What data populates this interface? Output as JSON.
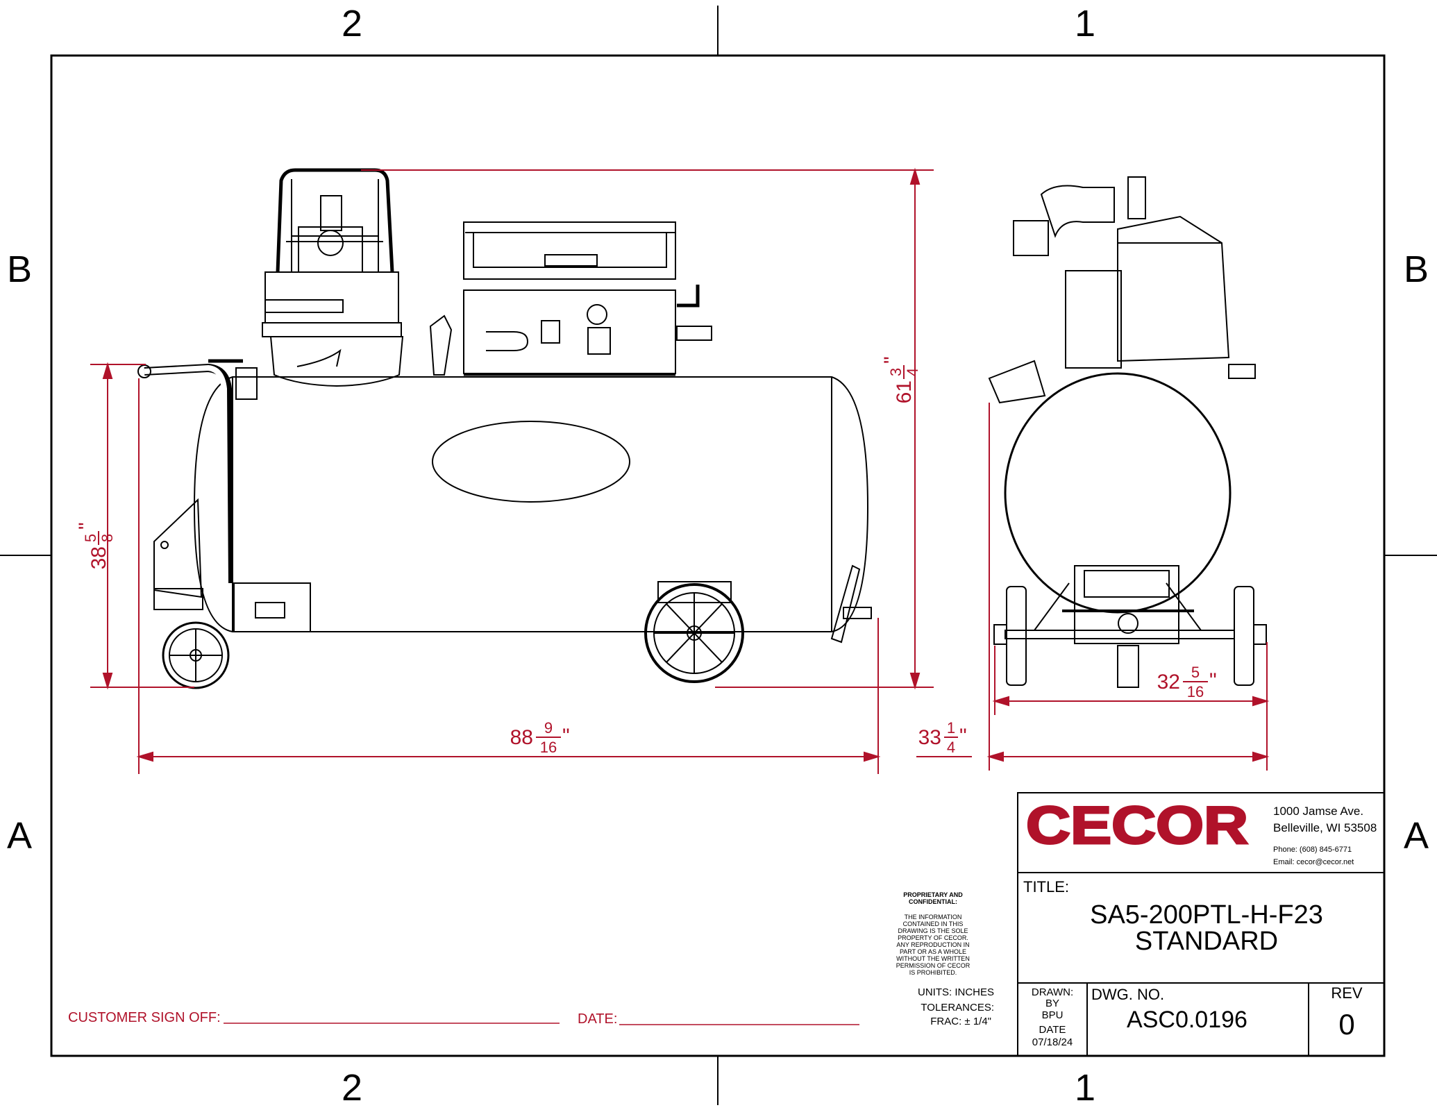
{
  "zones": {
    "top": [
      "2",
      "1"
    ],
    "bottom": [
      "2",
      "1"
    ],
    "left": [
      "B",
      "A"
    ],
    "right": [
      "B",
      "A"
    ]
  },
  "dimensions": {
    "height_side": {
      "whole": "38",
      "num": "5",
      "den": "8",
      "unit": "\""
    },
    "height_total": {
      "whole": "61",
      "num": "3",
      "den": "4",
      "unit": "\""
    },
    "length_total": {
      "whole": "88",
      "num": "9",
      "den": "16",
      "unit": "\""
    },
    "width_overall": {
      "whole": "33",
      "num": "1",
      "den": "4",
      "unit": "\""
    },
    "width_wheels": {
      "whole": "32",
      "num": "5",
      "den": "16",
      "unit": "\""
    }
  },
  "company": {
    "logo_text": "CECOR",
    "address_1": "1000 Jamse Ave.",
    "address_2": "Belleville, WI  53508",
    "phone": "Phone: (608) 845-6771",
    "email": "Email: cecor@cecor.net"
  },
  "title_block": {
    "title_label": "TITLE:",
    "title_line_1": "SA5-200PTL-H-F23",
    "title_line_2": "STANDARD",
    "drawn_label": "DRAWN:",
    "by_label": "BY",
    "drawn_by": "BPU",
    "date_label": "DATE",
    "date": "07/18/24",
    "dwg_no_label": "DWG. NO.",
    "dwg_no": "ASC0.0196",
    "rev_label": "REV",
    "rev": "0"
  },
  "notes": {
    "proprietary_heading_1": "PROPRIETARY AND",
    "proprietary_heading_2": "CONFIDENTIAL:",
    "proprietary_lines": [
      "THE INFORMATION",
      "CONTAINED IN THIS",
      "DRAWING IS THE SOLE",
      "PROPERTY OF CECOR.",
      "ANY REPRODUCTION IN",
      "PART OR AS A WHOLE",
      "WITHOUT THE WRITTEN",
      "PERMISSION OF CECOR",
      "IS PROHIBITED."
    ],
    "units": "UNITS: INCHES",
    "tolerances": "TOLERANCES:",
    "frac": "FRAC: ± 1/4\""
  },
  "signoff": {
    "customer_label": "CUSTOMER SIGN OFF:",
    "date_label": "DATE:"
  },
  "colors": {
    "dimension": "#b0122a",
    "logo": "#b0122a",
    "line": "#000000"
  }
}
